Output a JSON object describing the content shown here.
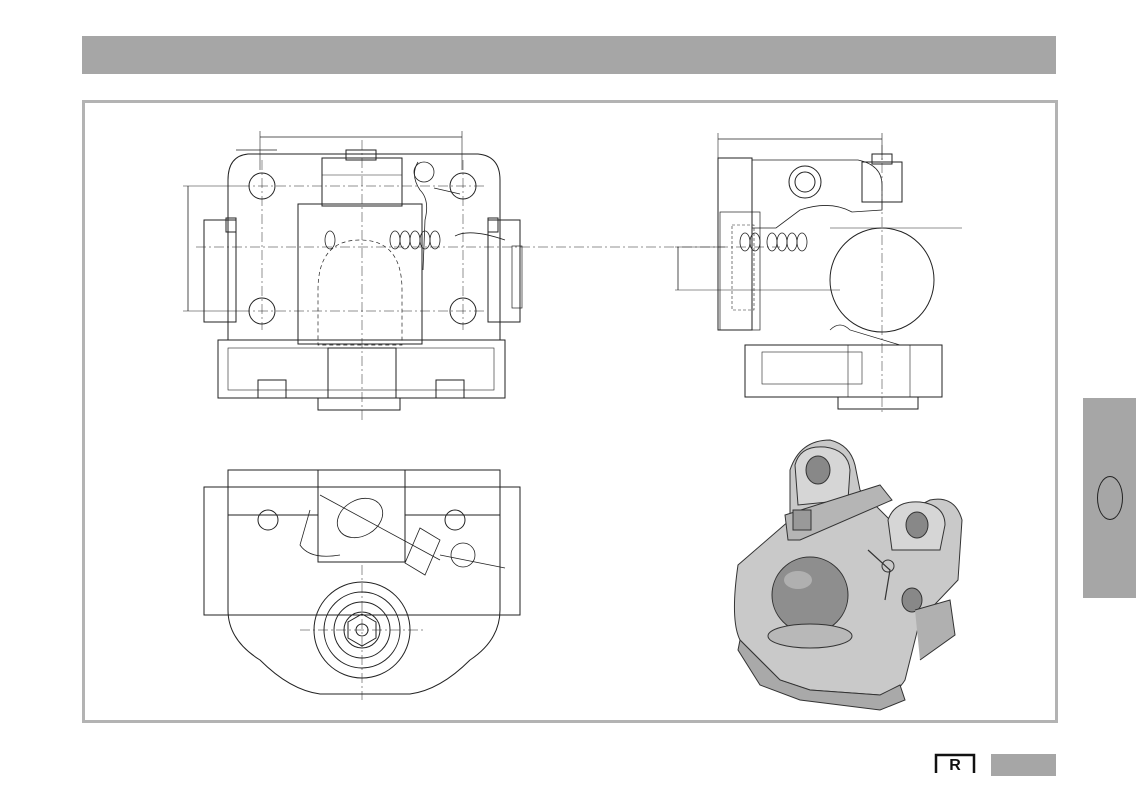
{
  "logo": {
    "letter": "R"
  },
  "views": [
    "front-view",
    "side-view",
    "top-view",
    "isometric-render"
  ],
  "colors": {
    "bars": "#a6a6a6",
    "frame": "#b3b3b3",
    "lines": "#222222"
  }
}
